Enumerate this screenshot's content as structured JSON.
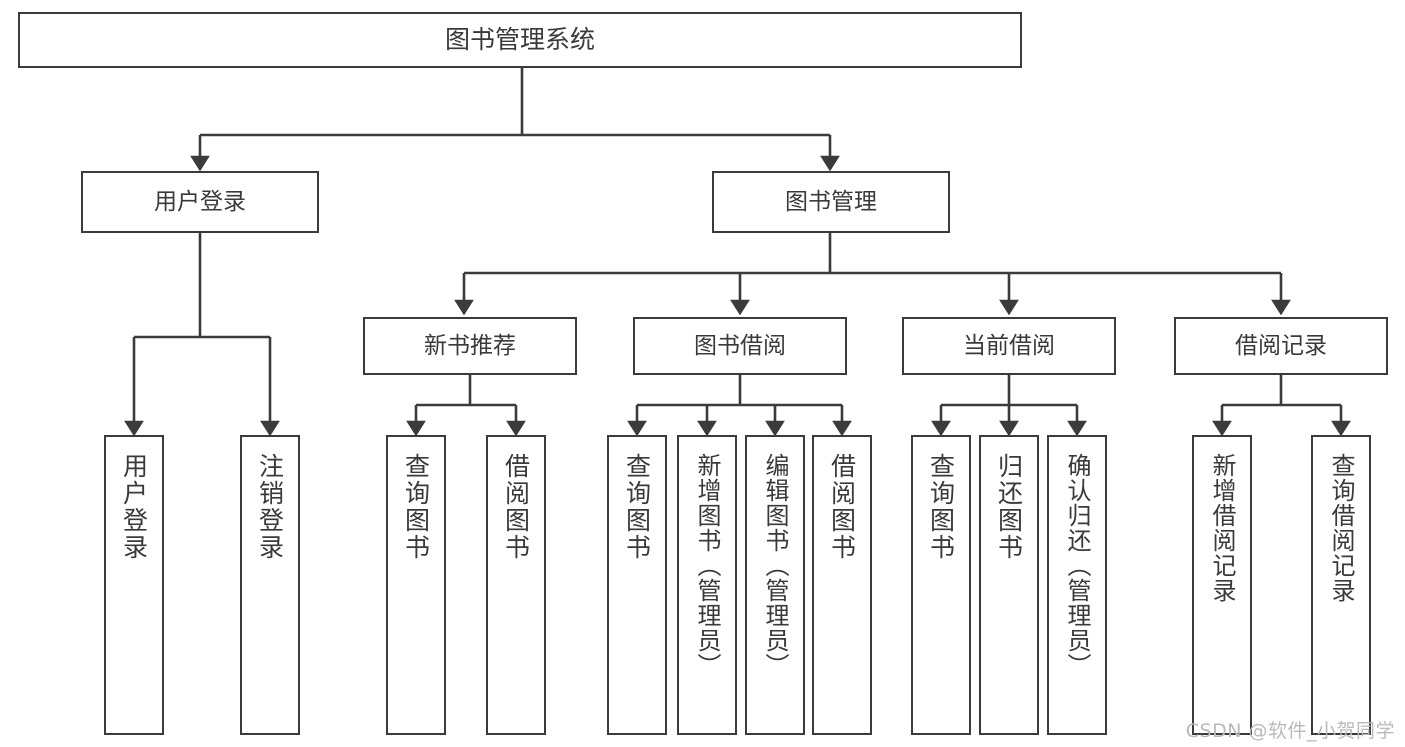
{
  "diagram": {
    "title": "图书管理系统",
    "watermark": "CSDN @软件_小贺同学",
    "line_color": "#3b3b3b",
    "text_color": "#3a3a3a",
    "background": "#ffffff"
  },
  "nodes": {
    "root": {
      "label": "图书管理系统"
    },
    "level1": [
      {
        "label": "用户登录"
      },
      {
        "label": "图书管理"
      }
    ],
    "level2": [
      {
        "label": "新书推荐"
      },
      {
        "label": "图书借阅"
      },
      {
        "label": "当前借阅"
      },
      {
        "label": "借阅记录"
      }
    ],
    "leaves": {
      "user_login": [
        {
          "label": "用户登录"
        },
        {
          "label": "注销登录"
        }
      ],
      "new_book": [
        {
          "label": "查询图书"
        },
        {
          "label": "借阅图书"
        }
      ],
      "borrow": [
        {
          "label": "查询图书"
        },
        {
          "label": "新增图书（管理员）"
        },
        {
          "label": "编辑图书（管理员）"
        },
        {
          "label": "借阅图书"
        }
      ],
      "current": [
        {
          "label": "查询图书"
        },
        {
          "label": "归还图书"
        },
        {
          "label": "确认归还（管理员）"
        }
      ],
      "records": [
        {
          "label": "新增借阅记录"
        },
        {
          "label": "查询借阅记录"
        }
      ]
    }
  }
}
